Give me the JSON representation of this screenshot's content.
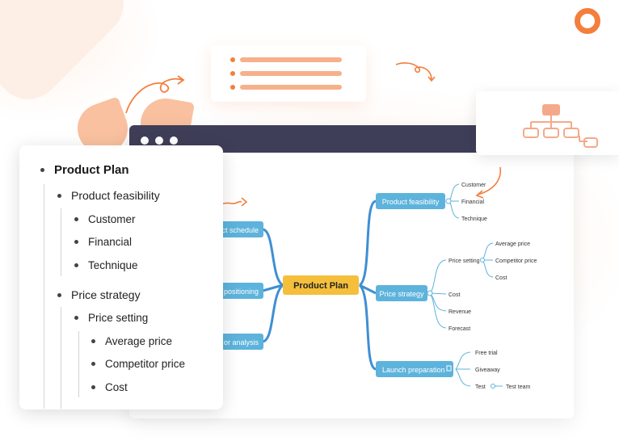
{
  "outline": {
    "title": "Product Plan",
    "items": [
      {
        "label": "Product feasibility"
      },
      {
        "label": "Customer"
      },
      {
        "label": "Financial"
      },
      {
        "label": "Technique"
      },
      {
        "label": "Price strategy"
      },
      {
        "label": "Price setting"
      },
      {
        "label": "Average price"
      },
      {
        "label": "Competitor price"
      },
      {
        "label": "Cost"
      }
    ]
  },
  "mindmap": {
    "central": "Product Plan",
    "left_branches": [
      "ct schedule",
      "positioning",
      "or analysis"
    ],
    "right_branches": {
      "product_feasibility": {
        "label": "Product feasibility",
        "children": [
          "Customer",
          "Financial",
          "Technique"
        ]
      },
      "price_strategy": {
        "label": "Price strategy",
        "price_setting": "Price setting",
        "price_setting_children": [
          "Average price",
          "Competitor price",
          "Cost"
        ],
        "children": [
          "Cost",
          "Revenue",
          "Forecast"
        ]
      },
      "launch_preparation": {
        "label": "Launch preparation",
        "children": [
          "Free trial",
          "Giveaway",
          "Test"
        ],
        "test_child": "Test team"
      }
    }
  },
  "colors": {
    "accent": "#f47e3c",
    "topic_blue": "#5db3dc",
    "connector_blue": "#3f8fd2",
    "central_yellow": "#f5bf3c",
    "browser_bar": "#3f3e58"
  }
}
